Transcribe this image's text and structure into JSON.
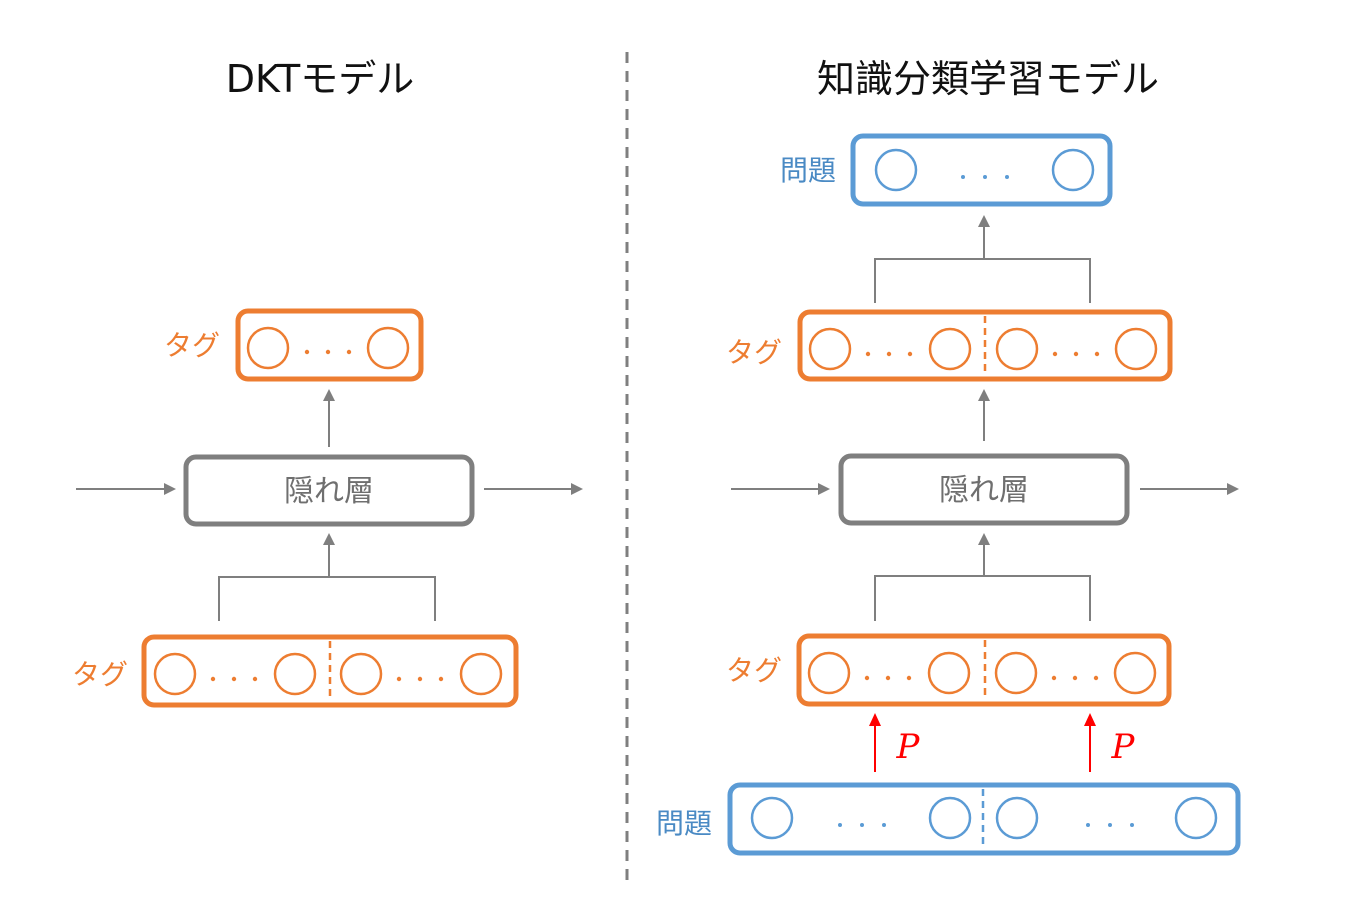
{
  "titles": {
    "left": "DKTモデル",
    "right": "知識分類学習モデル"
  },
  "labels": {
    "hidden_layer": "隠れ層",
    "tag": "タグ",
    "problem": "問題",
    "probability": "P",
    "ellipsis": "· · ·"
  },
  "colors": {
    "orange": "#ed7d31",
    "blue": "#5b9bd5",
    "gray": "#7f7f7f",
    "red": "#ff0000",
    "title": "#111111"
  }
}
